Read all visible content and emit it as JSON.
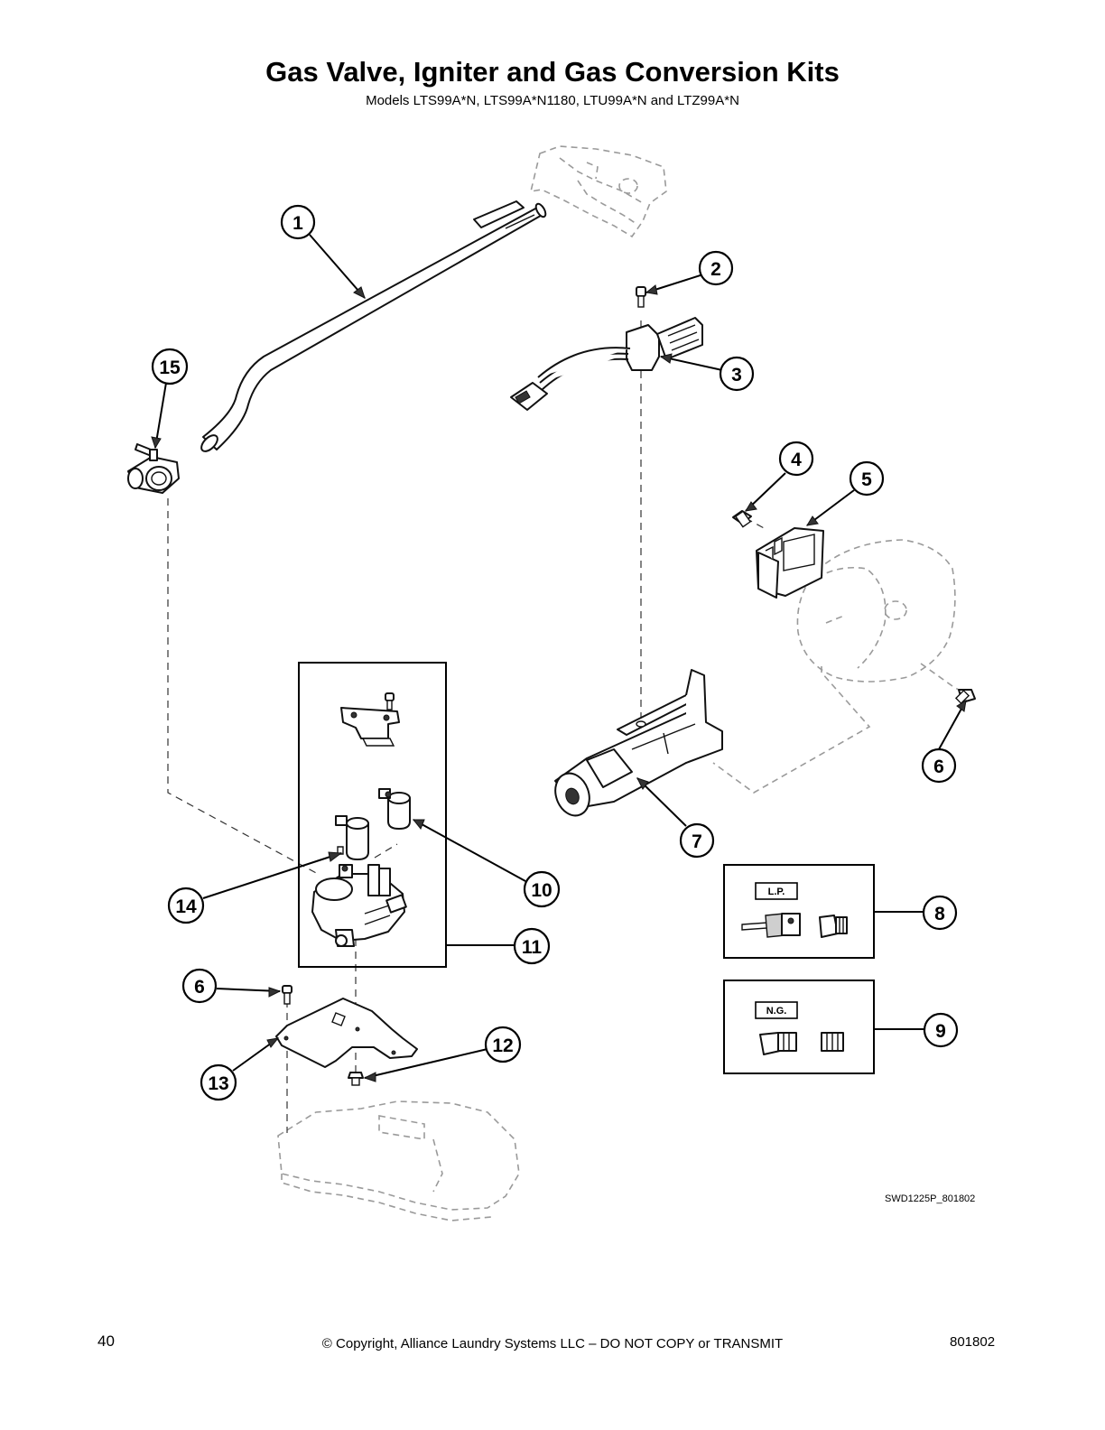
{
  "header": {
    "title": "Gas Valve, Igniter and Gas Conversion Kits",
    "subtitle": "Models LTS99A*N, LTS99A*N1180, LTU99A*N and LTZ99A*N"
  },
  "callouts": [
    "1",
    "2",
    "3",
    "15",
    "4",
    "5",
    "6",
    "7",
    "14",
    "10",
    "11",
    "8",
    "9",
    "6",
    "12",
    "13"
  ],
  "kit_tags": {
    "lp": "L.P.",
    "ng": "N.G."
  },
  "drawing_id": "SWD1225P_801802",
  "footer": {
    "page_number": "40",
    "copyright": "© Copyright, Alliance Laundry Systems LLC – DO NOT COPY or TRANSMIT",
    "doc_number": "801802"
  }
}
